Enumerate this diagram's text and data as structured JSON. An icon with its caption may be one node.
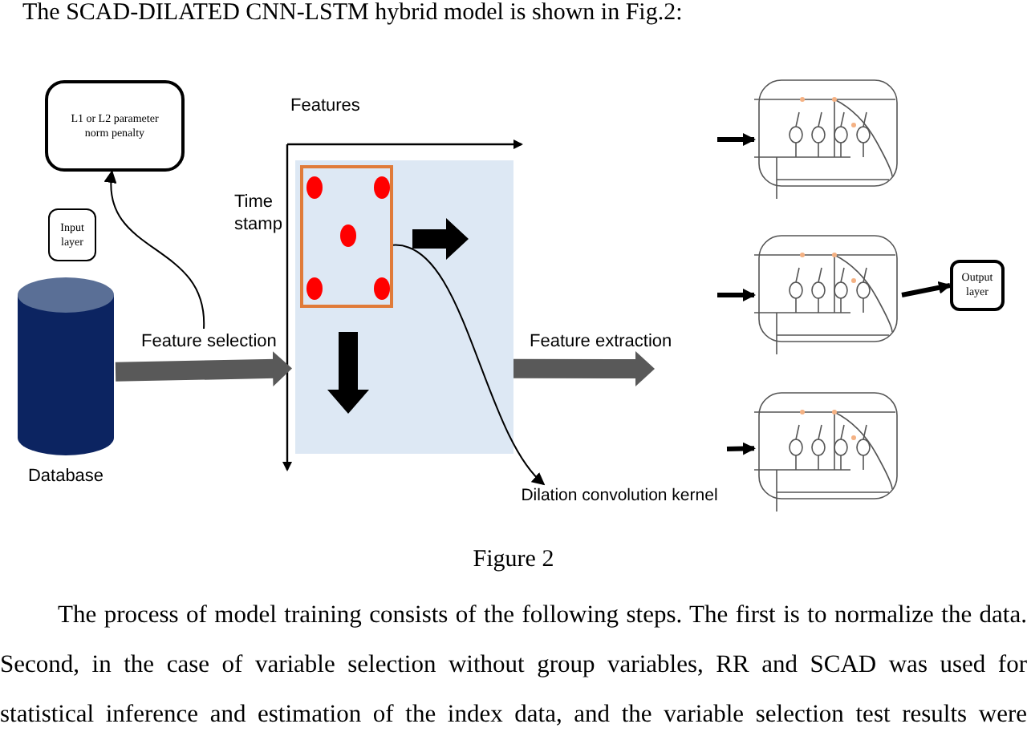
{
  "diagram": {
    "caption": "Figure 2",
    "nodes": [
      {
        "text": [
          "L1 or L2 parameter norm penalty"
        ]
      },
      {
        "text": [
          "Input layer"
        ]
      },
      {
        "text": [],
        "shape": "cylinder",
        "beside": [
          "Database"
        ]
      },
      {
        "text": [],
        "shape": "box"
      },
      {
        "text": [],
        "shape": "box",
        "in": 3
      },
      {
        "text": [
          "Dilation convolution kernel"
        ]
      },
      {
        "text": [],
        "shape": "picture"
      },
      {
        "text": [],
        "shape": "picture"
      },
      {
        "text": [],
        "shape": "picture"
      },
      {
        "text": [
          "Output layer"
        ]
      }
    ],
    "edges": [
      {
        "from": null,
        "to": 0,
        "arrow": "to"
      },
      {
        "from": 2,
        "to": 3,
        "label": "Feature selection",
        "arrow": "to",
        "style": "thick",
        "color": "#595959"
      },
      {
        "from": 4,
        "to": 5,
        "arrow": "to"
      },
      {
        "from": 3,
        "to": null,
        "label": "Feature extraction",
        "arrow": "to",
        "style": "thick",
        "color": "#595959"
      },
      {
        "from": null,
        "to": 6,
        "arrow": "to"
      },
      {
        "from": null,
        "to": 7,
        "arrow": "to"
      },
      {
        "from": null,
        "to": 8,
        "arrow": "to"
      },
      {
        "from": 7,
        "to": 9,
        "arrow": "to"
      }
    ],
    "labels": [
      "The SCAD-DILATED CNN-LSTM hybrid model is shown in Fig.2:",
      "Features",
      "Time stamp",
      "The process of model training consists of the following steps. The first is to normalize the data. Second, in the case of variable selection without group variables, RR and SCAD was used for statistical inference and estimation of the index data, and the variable selection test results were"
    ]
  }
}
